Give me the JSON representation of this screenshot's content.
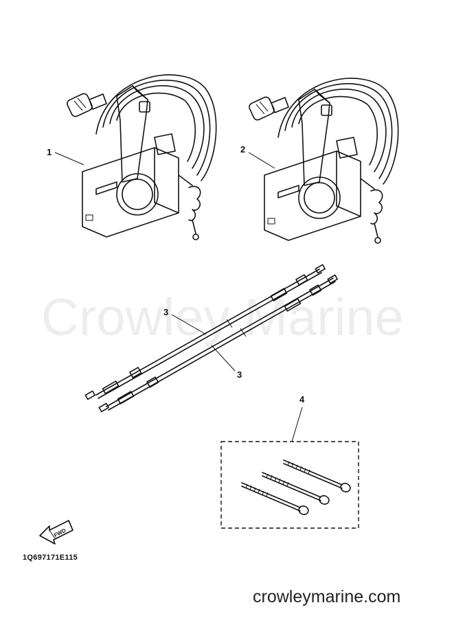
{
  "watermark": "Crowley Marine",
  "diagram_code": "1Q697171E115",
  "website": "crowleymarine.com",
  "fwd_label": "FWD",
  "callouts": {
    "part1": "1",
    "part2": "2",
    "part3a": "3",
    "part3b": "3",
    "part4": "4"
  },
  "icons": [
    "remote-control-box-illustration",
    "control-cable-illustration",
    "bolt-illustration",
    "fwd-arrow-icon"
  ]
}
